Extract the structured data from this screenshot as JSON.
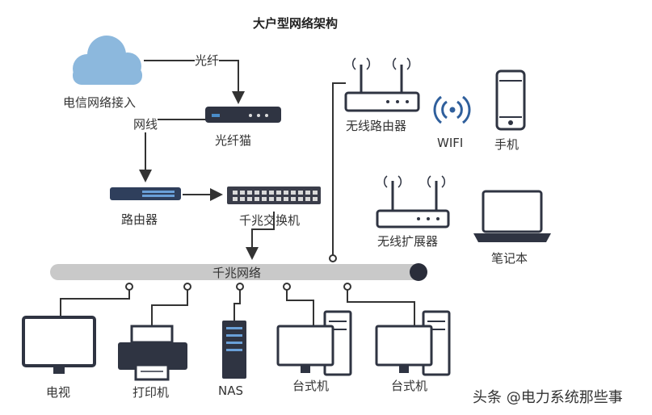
{
  "title": "大户型网络架构",
  "labels": {
    "internet": "电信网络接入",
    "fiber": "光纤",
    "cable": "网线",
    "modem": "光纤猫",
    "router": "路由器",
    "switch": "千兆交换机",
    "backbone": "千兆网络",
    "wireless_router": "无线路由器",
    "wifi": "WIFI",
    "phone": "手机",
    "extender": "无线扩展器",
    "laptop": "笔记本",
    "tv": "电视",
    "printer": "打印机",
    "nas": "NAS",
    "desktop1": "台式机",
    "desktop2": "台式机"
  },
  "watermark": "头条 @电力系统那些事"
}
